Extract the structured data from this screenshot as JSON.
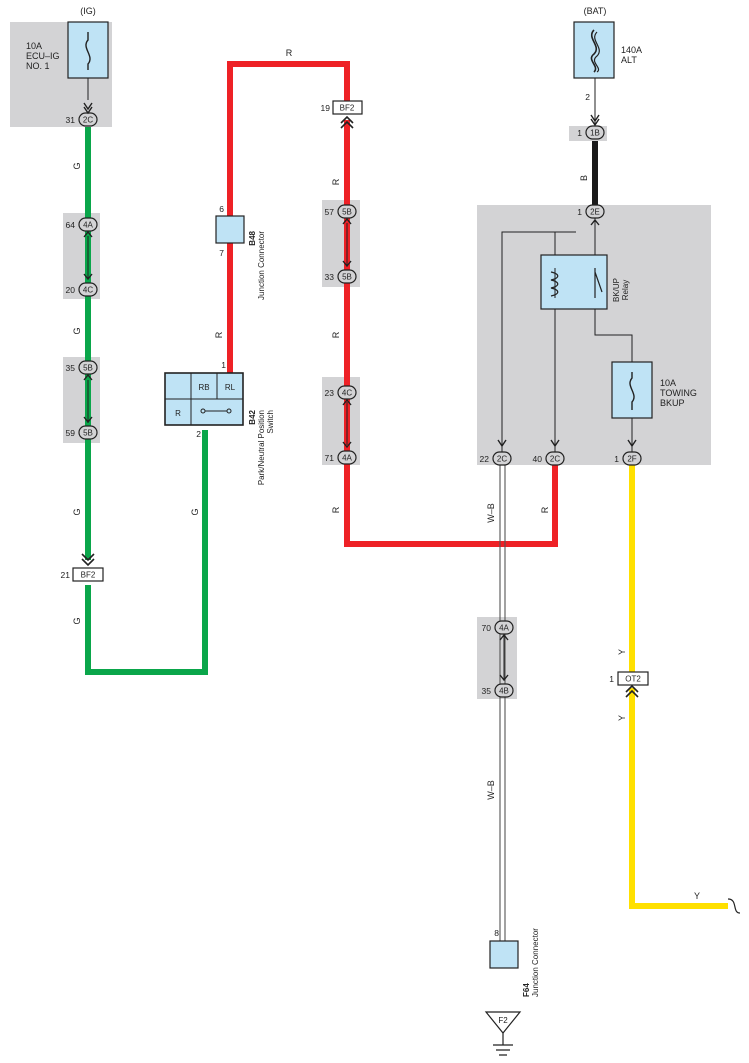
{
  "sources": {
    "ig": "(IG)",
    "bat": "(BAT)"
  },
  "fuses": {
    "ecu_ig": [
      "10A",
      "ECU–IG",
      "NO. 1"
    ],
    "alt": [
      "140A",
      "ALT"
    ],
    "towing": [
      "10A",
      "TOWING",
      "BKUP"
    ]
  },
  "wire_colors": {
    "g": "G",
    "r": "R",
    "b": "B",
    "wb": "W–B",
    "y": "Y"
  },
  "connectors": {
    "c2C": "2C",
    "c4A": "4A",
    "c4C": "4C",
    "c5B": "5B",
    "cBF2": "BF2",
    "c1B": "1B",
    "c2E": "2E",
    "c2F": "2F",
    "c4B": "4B",
    "cOT2": "OT2",
    "cF2": "F2"
  },
  "pins": {
    "p31": "31",
    "p64": "64",
    "p20": "20",
    "p35": "35",
    "p59": "59",
    "p21": "21",
    "p19": "19",
    "p57": "57",
    "p33": "33",
    "p23": "23",
    "p71": "71",
    "p6": "6",
    "p7": "7",
    "p1": "1",
    "p2": "2",
    "p22": "22",
    "p40": "40",
    "p70": "70",
    "p8": "8"
  },
  "components": {
    "b48_code": "B48",
    "b48_name": "Junction Connector",
    "b42_code": "B42",
    "b42_name1": "Park/Neutral Position",
    "b42_name2": "Switch",
    "b42_rb": "RB",
    "b42_rl": "RL",
    "b42_r": "R",
    "relay_name1": "BK/UP",
    "relay_name2": "Relay",
    "f64_code": "F64",
    "f64_name": "Junction Connector"
  },
  "colors": {
    "green": "#0aa64a",
    "red": "#ee2126",
    "black": "#1a1a1a",
    "yellow": "#ffe000",
    "gray_box": "#d3d3d5",
    "connector_fill": "#bfe3f5"
  }
}
